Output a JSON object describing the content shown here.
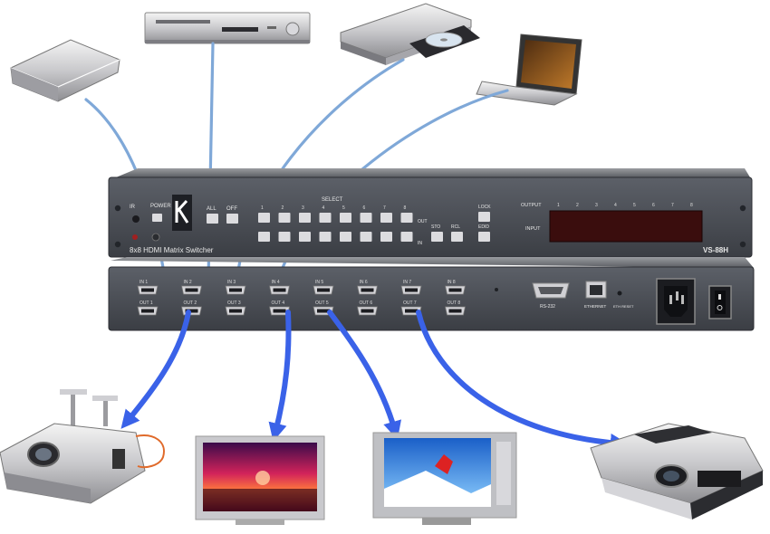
{
  "front_panel": {
    "ir_label": "IR",
    "power_label": "POWER",
    "all_label": "ALL",
    "off_label": "OFF",
    "select_label": "SELECT",
    "select_numbers": [
      "1",
      "2",
      "3",
      "4",
      "5",
      "6",
      "7",
      "8"
    ],
    "out_label": "OUT",
    "in_label": "IN",
    "sto_label": "STO",
    "rcl_label": "RCL",
    "lock_label": "LOCK",
    "edid_label": "EDID",
    "output_label": "OUTPUT",
    "input_label": "INPUT",
    "display_numbers": [
      "1",
      "2",
      "3",
      "4",
      "5",
      "6",
      "7",
      "8"
    ],
    "model_name": "8x8 HDMI Matrix Switcher",
    "model_code": "VS-88H"
  },
  "rear_panel": {
    "inputs": [
      "IN 1",
      "IN 2",
      "IN 3",
      "IN 4",
      "IN 5",
      "IN 6",
      "IN 7",
      "IN 8"
    ],
    "outputs": [
      "OUT 1",
      "OUT 2",
      "OUT 3",
      "OUT 4",
      "OUT 5",
      "OUT 6",
      "OUT 7",
      "OUT 8"
    ],
    "rs232_label": "RS-232",
    "ethernet_label": "ETHERNET",
    "eth_reset_label": "ETH RESET"
  },
  "colors": {
    "input_cable": "#7fa8d8",
    "output_arrow": "#3a62e8",
    "chassis": "#4b4f56",
    "led_display": "#3a0d0d"
  },
  "source_devices": [
    "game-console-icon",
    "dvd-player-icon",
    "dvd-drive-icon",
    "laptop-icon"
  ],
  "display_devices": [
    "ceiling-projector-icon",
    "plasma-display-icon",
    "lcd-display-icon",
    "desktop-projector-icon"
  ]
}
